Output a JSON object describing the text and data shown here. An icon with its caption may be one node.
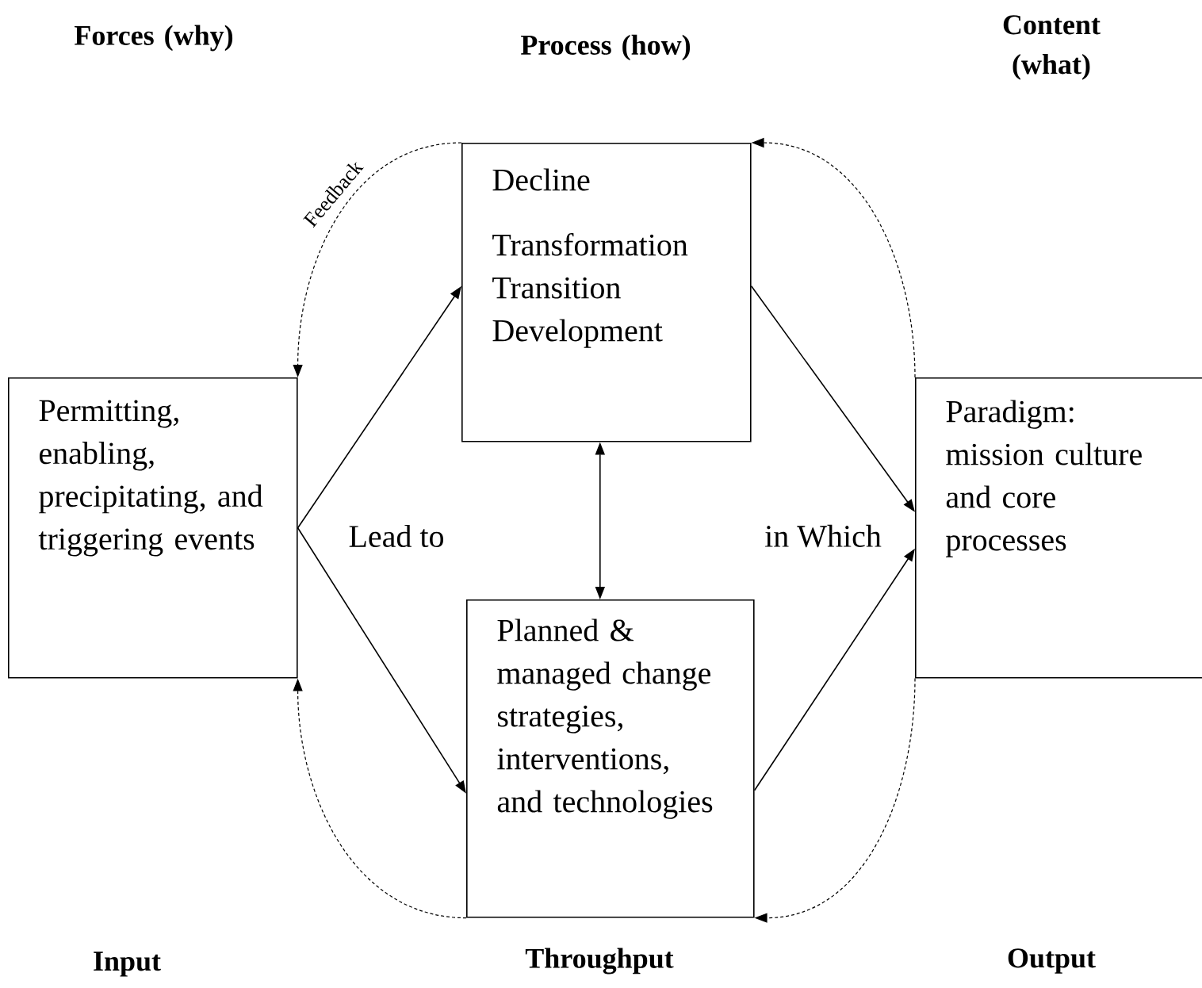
{
  "diagram": {
    "nodes": [
      {
        "text": [
          "Permitting, enabling, precipitating, and triggering events"
        ]
      },
      {
        "text": [
          "Decline",
          "Transformation Transition Development"
        ]
      },
      {
        "text": [
          "Paradigm: mission culture and core processes"
        ]
      },
      {
        "text": [
          "Planned & managed change strategies, interventions, and technologies"
        ]
      }
    ],
    "edges": [
      {
        "from": 0,
        "to": 1,
        "arrow": "to"
      },
      {
        "from": 0,
        "to": 3,
        "arrow": "to"
      },
      {
        "from": 1,
        "to": 2,
        "arrow": "to"
      },
      {
        "from": 3,
        "to": 2,
        "arrow": "to"
      },
      {
        "from": 1,
        "to": 3,
        "arrow": "both"
      },
      {
        "from": 1,
        "to": 0,
        "arrow": "to",
        "style": "dashed",
        "label": "Feedback"
      },
      {
        "from": 2,
        "to": 1,
        "arrow": "to",
        "style": "dashed"
      },
      {
        "from": 3,
        "to": 0,
        "arrow": "to",
        "style": "dashed"
      },
      {
        "from": 2,
        "to": 3,
        "arrow": "to",
        "style": "dashed"
      }
    ],
    "labels": [
      "Forces (why)",
      "Process (how)",
      "Content (what)",
      "Lead to",
      "in Which",
      "Input",
      "Throughput",
      "Output"
    ]
  }
}
